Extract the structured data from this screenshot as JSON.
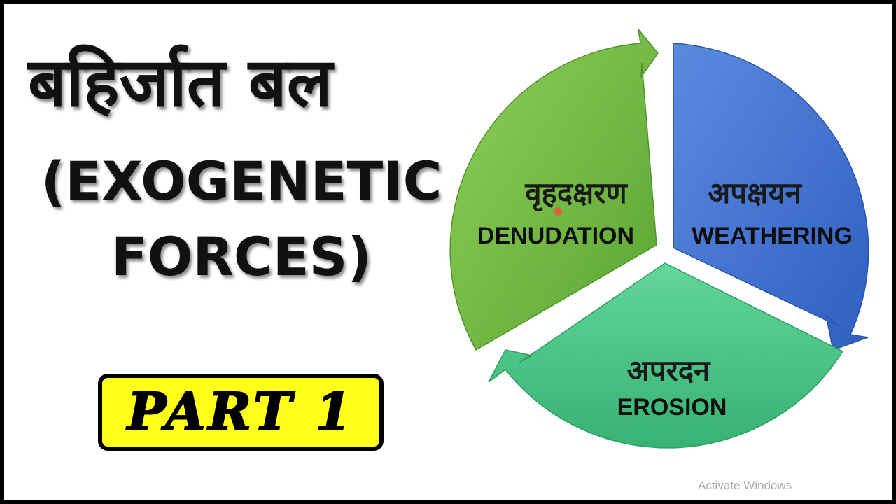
{
  "title_hindi": "बहिर्जात बल",
  "title_english_line1": "(EXOGENETIC",
  "title_english_line2": "FORCES)",
  "badge": {
    "label": "PART 1",
    "color": "#ffff1a"
  },
  "cycle": [
    {
      "hindi": "वृहदक्षरण",
      "english": "DENUDATION",
      "color": "#6fb43f"
    },
    {
      "hindi": "अपक्षयन",
      "english": "WEATHERING",
      "color": "#4472c4"
    },
    {
      "hindi": "अपरदन",
      "english": "EROSION",
      "color": "#3dbd7d"
    }
  ],
  "watermark": "Activate Windows"
}
